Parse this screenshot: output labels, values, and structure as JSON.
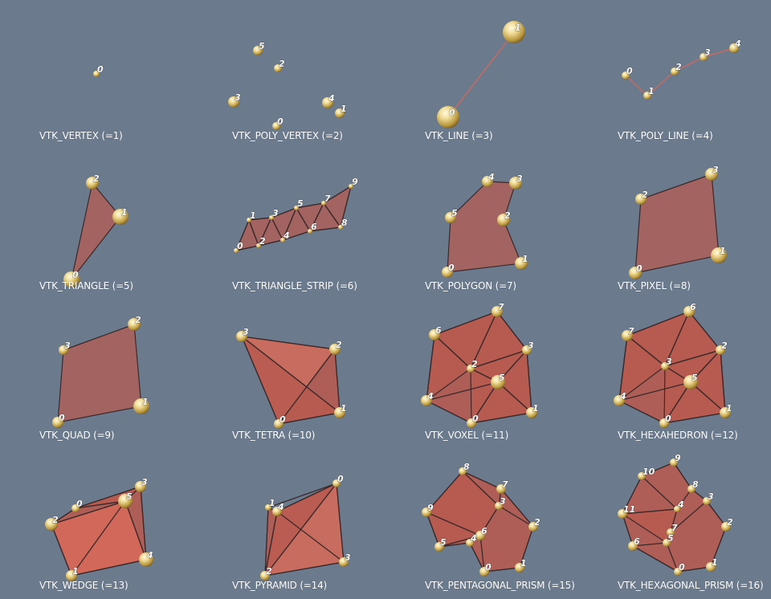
{
  "colors": {
    "background": "#6b7a8d",
    "face": "#b85a50",
    "face_light": "#d66a5a",
    "edge": "#3a2a2a",
    "line": "#c86a60",
    "sphere_light": "#fff8d0",
    "sphere_dark": "#a88a30",
    "label": "#ffffff"
  },
  "cells": [
    {
      "label": "VTK_VERTEX (=1)",
      "points": [
        "0"
      ]
    },
    {
      "label": "VTK_POLY_VERTEX (=2)",
      "points": [
        "5",
        "2",
        "3",
        "4",
        "1",
        "0"
      ]
    },
    {
      "label": "VTK_LINE (=3)",
      "points": [
        "1",
        "0"
      ]
    },
    {
      "label": "VTK_POLY_LINE (=4)",
      "points": [
        "0",
        "1",
        "2",
        "3",
        "4"
      ]
    },
    {
      "label": "VTK_TRIANGLE (=5)",
      "points": [
        "2",
        "1",
        "0"
      ]
    },
    {
      "label": "VTK_TRIANGLE_STRIP (=6)",
      "points": [
        "0",
        "1",
        "2",
        "3",
        "4",
        "5",
        "6",
        "7",
        "8",
        "9"
      ]
    },
    {
      "label": "VTK_POLYGON (=7)",
      "points": [
        "4",
        "3",
        "5",
        "2",
        "0",
        "1"
      ]
    },
    {
      "label": "VTK_PIXEL (=8)",
      "points": [
        "2",
        "3",
        "0",
        "1"
      ]
    },
    {
      "label": "VTK_QUAD (=9)",
      "points": [
        "3",
        "2",
        "0",
        "1"
      ]
    },
    {
      "label": "VTK_TETRA (=10)",
      "points": [
        "3",
        "2",
        "0",
        "1"
      ]
    },
    {
      "label": "VTK_VOXEL (=11)",
      "points": [
        "6",
        "7",
        "2",
        "3",
        "5",
        "4",
        "0",
        "1"
      ]
    },
    {
      "label": "VTK_HEXAHEDRON (=12)",
      "points": [
        "7",
        "6",
        "3",
        "2",
        "5",
        "4",
        "0",
        "1"
      ]
    },
    {
      "label": "VTK_WEDGE (=13)",
      "points": [
        "0",
        "5",
        "3",
        "2",
        "4",
        "1"
      ]
    },
    {
      "label": "VTK_PYRAMID (=14)",
      "points": [
        "1",
        "4",
        "0",
        "2",
        "3"
      ]
    },
    {
      "label": "VTK_PENTAGONAL_PRISM (=15)",
      "points": [
        "8",
        "7",
        "9",
        "3",
        "6",
        "4",
        "5",
        "2",
        "0",
        "1"
      ]
    },
    {
      "label": "VTK_HEXAGONAL_PRISM (=16)",
      "points": [
        "9",
        "10",
        "8",
        "3",
        "11",
        "4",
        "7",
        "5",
        "6",
        "2",
        "0",
        "1"
      ]
    }
  ]
}
